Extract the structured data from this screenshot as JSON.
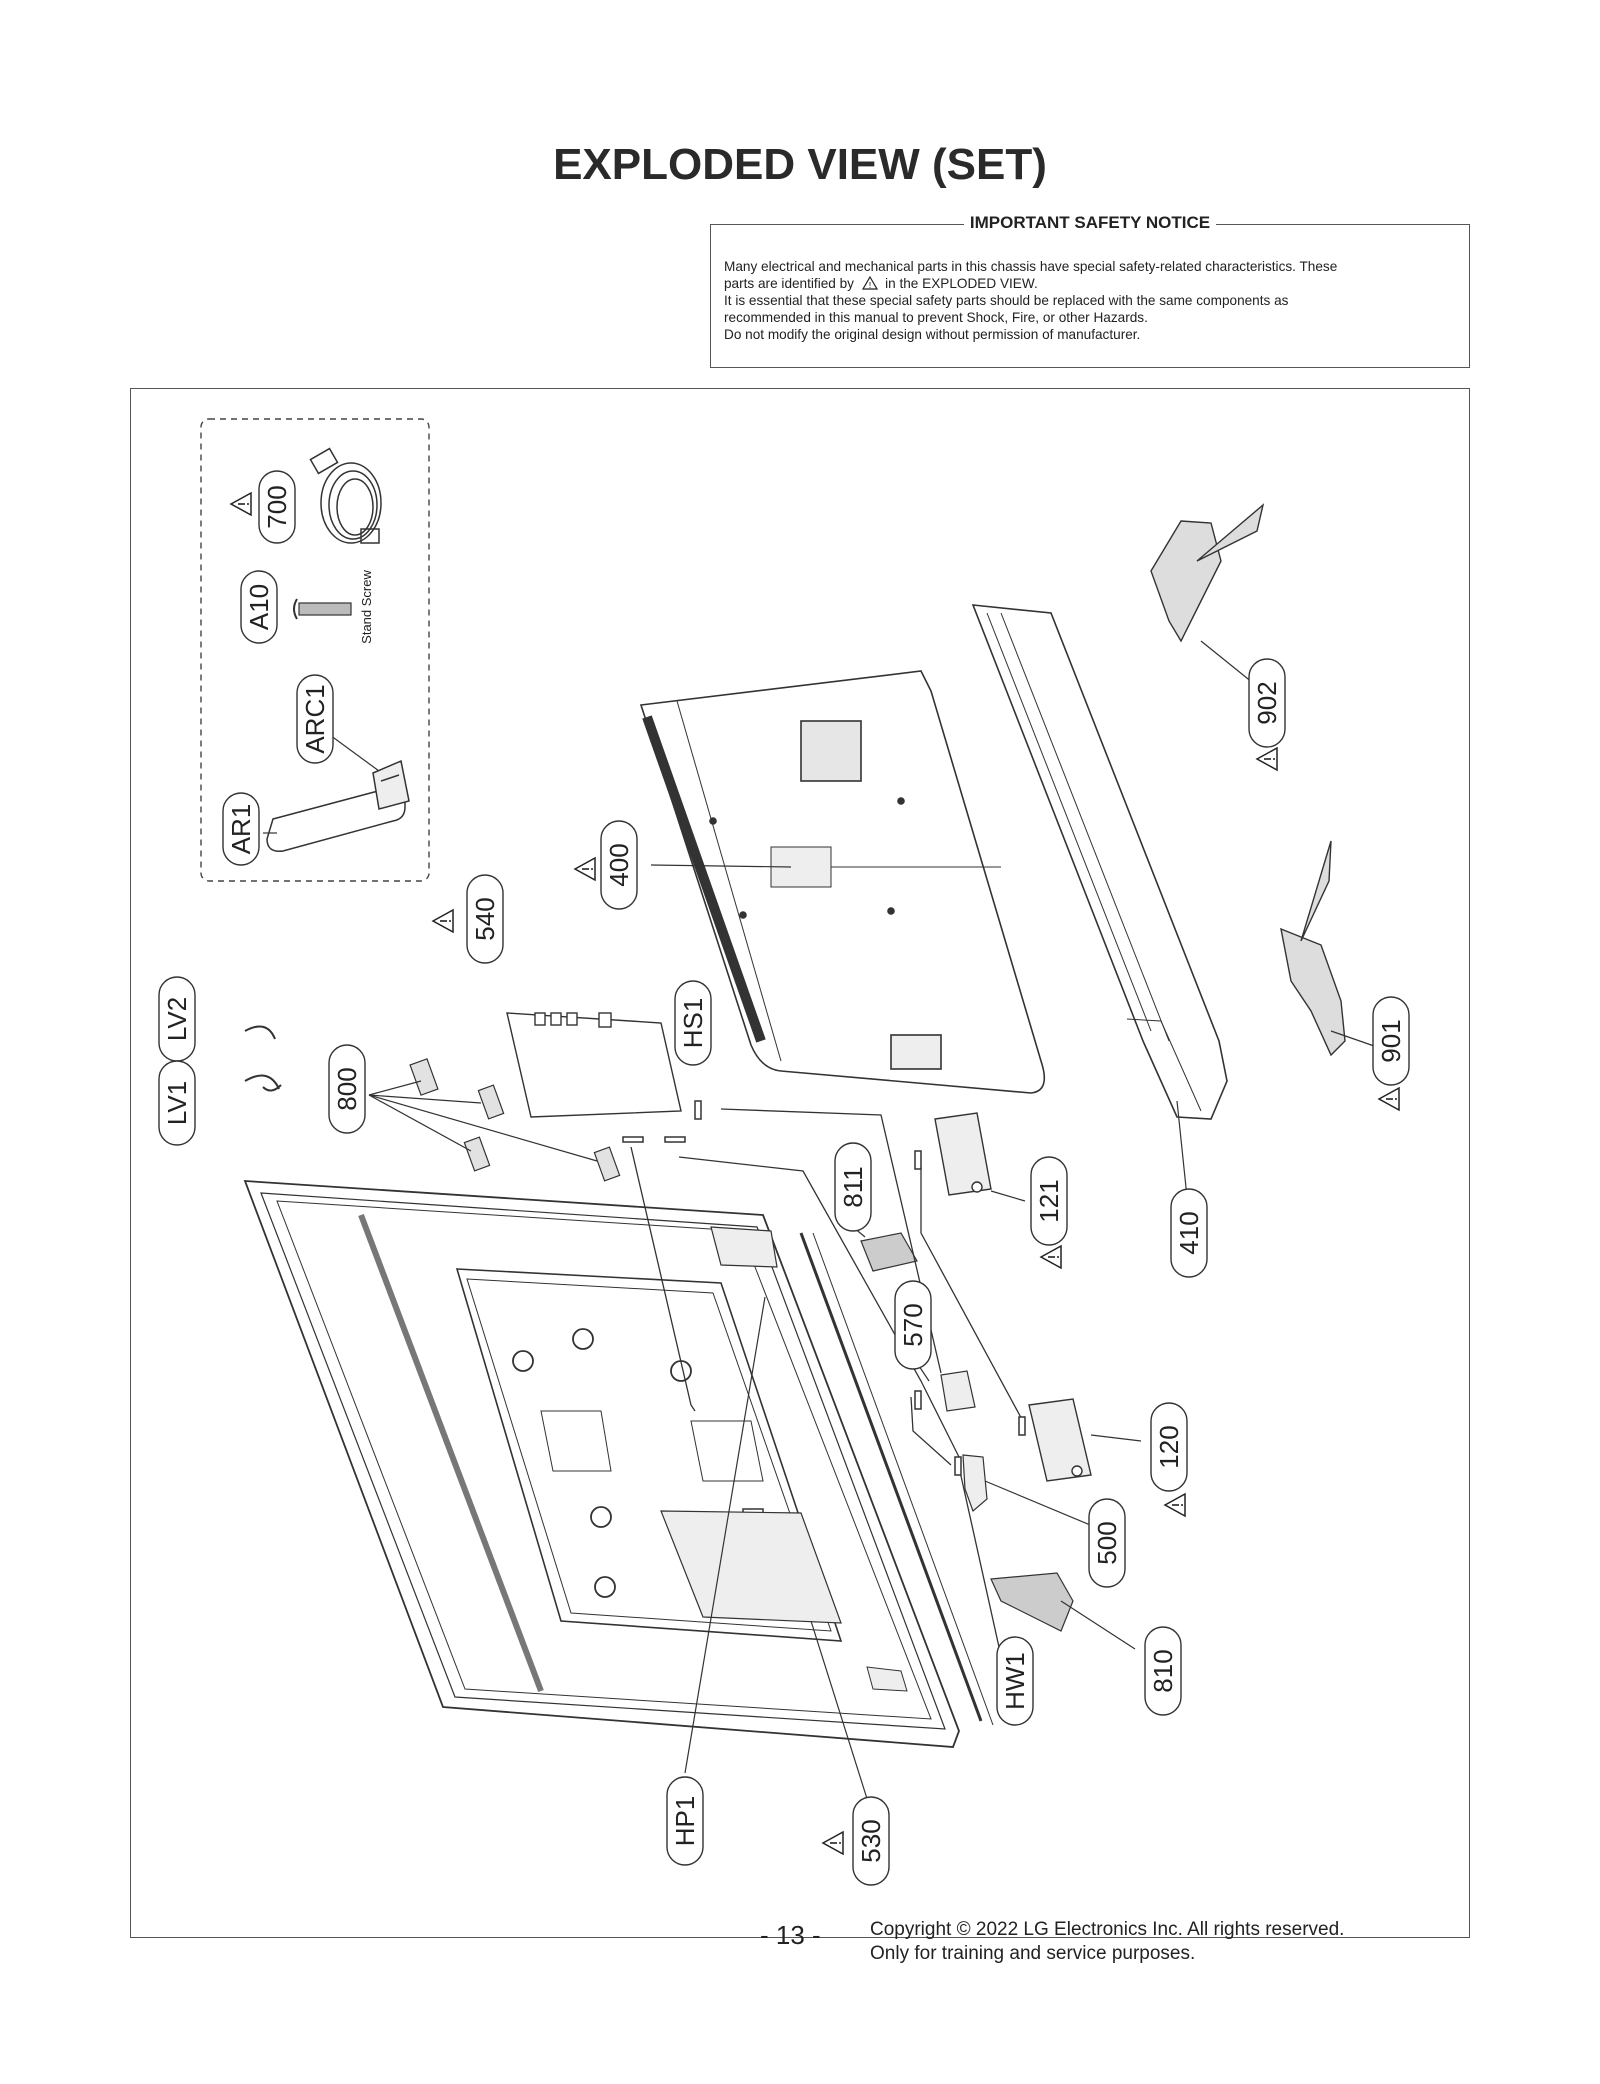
{
  "page": {
    "title": "EXPLODED VIEW (SET)",
    "page_number": "- 13 -",
    "copyright": "Copyright © 2022 LG Electronics Inc. All rights reserved.",
    "footer_note": "Only for training and service purposes."
  },
  "safety_notice": {
    "heading": "IMPORTANT SAFETY NOTICE",
    "line1": "Many electrical and mechanical parts in this chassis have special safety-related characteristics. These",
    "line2_before": "parts are identified by",
    "line2_after": "in the EXPLODED VIEW.",
    "line3": "It is essential that these special safety parts should be replaced with the same components as",
    "line4": "recommended in this manual to prevent Shock, Fire, or other Hazards.",
    "line5": "Do not modify the original design without permission of manufacturer."
  },
  "diagram": {
    "labels": {
      "p700": "700",
      "a10": "A10",
      "stand_screw": "Stand Screw",
      "arc1": "ARC1",
      "ar1": "AR1",
      "p400": "400",
      "p540": "540",
      "lv2": "LV2",
      "lv1": "LV1",
      "p800": "800",
      "hs1": "HS1",
      "p902": "902",
      "p901": "901",
      "p410": "410",
      "p121": "121",
      "p811": "811",
      "p570": "570",
      "p120": "120",
      "p500": "500",
      "p810": "810",
      "hw1": "HW1",
      "hp1": "HP1",
      "p530": "530"
    },
    "safety_marked_parts": [
      "700",
      "400",
      "540",
      "902",
      "901",
      "121",
      "120",
      "530"
    ]
  }
}
